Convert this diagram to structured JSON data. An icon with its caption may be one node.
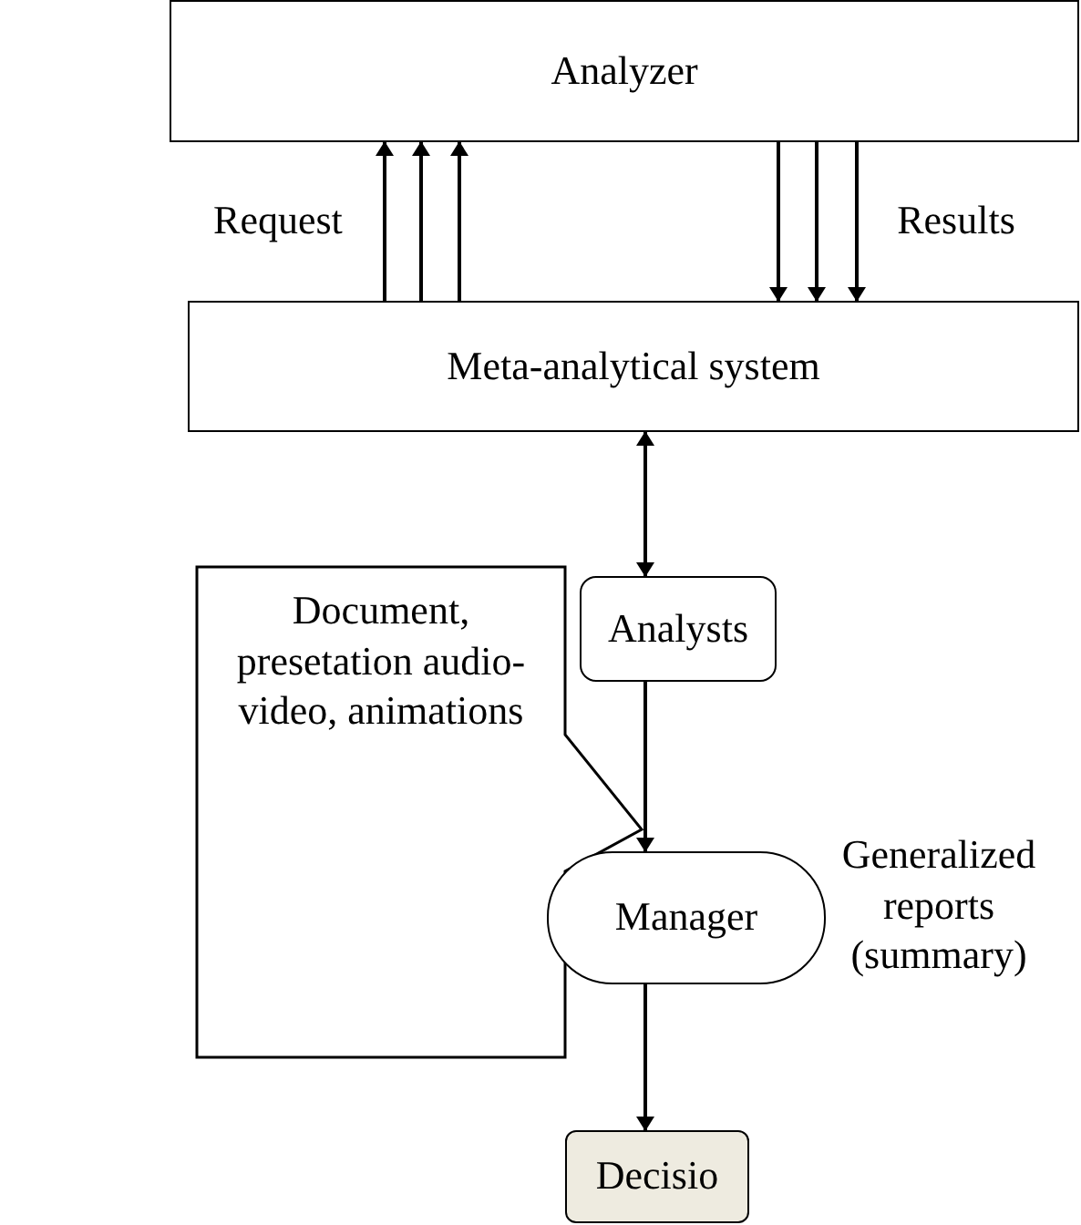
{
  "diagram": {
    "nodes": [
      {
        "text": [
          "Analyzer"
        ]
      },
      {
        "text": [
          "Meta-analytical system"
        ]
      },
      {
        "text": [
          "Document, presetation audio-video, animations"
        ]
      },
      {
        "text": [
          "Analysts"
        ]
      },
      {
        "text": [
          "Manager"
        ]
      },
      {
        "text": [
          "Decisio"
        ]
      }
    ],
    "edges": [
      {
        "from": 1,
        "to": 0,
        "arrow": "to"
      },
      {
        "from": 1,
        "to": 0,
        "arrow": "to"
      },
      {
        "from": 1,
        "to": 0,
        "arrow": "to"
      },
      {
        "from": 0,
        "to": 1,
        "arrow": "to"
      },
      {
        "from": 0,
        "to": 1,
        "arrow": "to"
      },
      {
        "from": 0,
        "to": 1,
        "arrow": "to"
      },
      {
        "from": 1,
        "to": 3,
        "arrow": "both"
      },
      {
        "from": 3,
        "to": 4,
        "arrow": "to"
      },
      {
        "from": 4,
        "to": 5,
        "arrow": "to"
      }
    ],
    "labels": [
      "Request",
      "Results",
      "Generalized reports (summary)"
    ]
  }
}
